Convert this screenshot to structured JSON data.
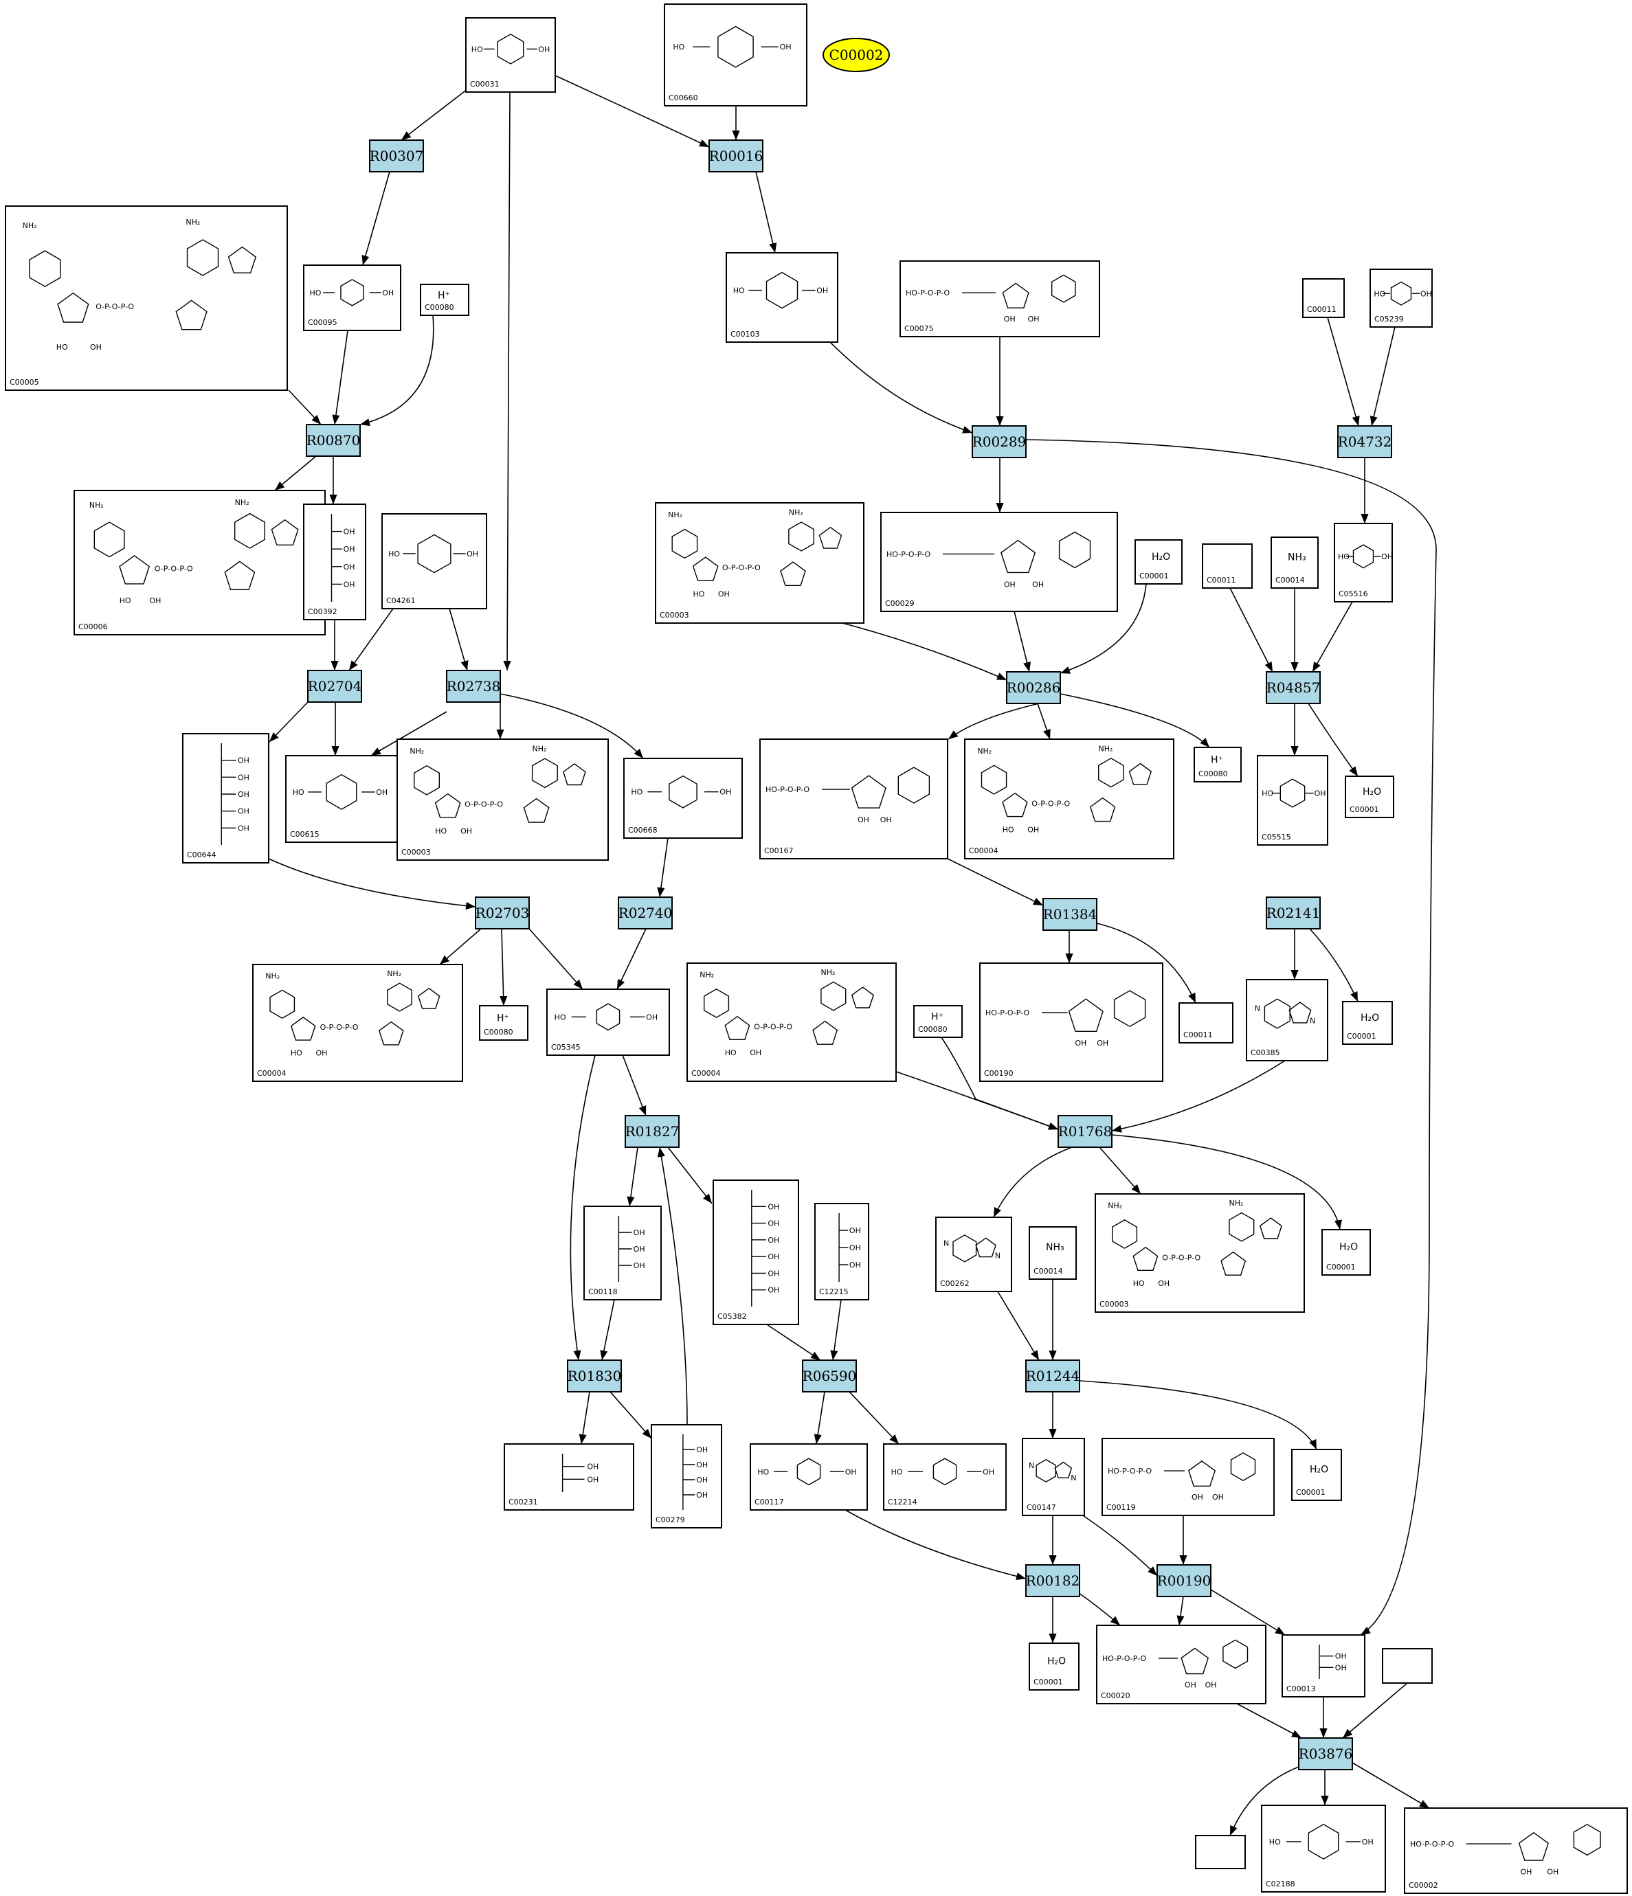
{
  "highlight": {
    "label": "C00002",
    "color": "#ffff00"
  },
  "colors": {
    "reaction_fill": "#add8e6",
    "compound_fill": "#ffffff",
    "stroke": "#000000"
  },
  "compounds": [
    {
      "id": "C00031"
    },
    {
      "id": "C00660"
    },
    {
      "id": "C00005"
    },
    {
      "id": "C00095"
    },
    {
      "id": "C00080",
      "formula": "H⁺"
    },
    {
      "id": "C00103"
    },
    {
      "id": "C00075"
    },
    {
      "id": "C00011"
    },
    {
      "id": "C05239"
    },
    {
      "id": "C00006"
    },
    {
      "id": "C00392"
    },
    {
      "id": "C04261"
    },
    {
      "id": "C00003"
    },
    {
      "id": "C00029"
    },
    {
      "id": "C00001",
      "formula": "H₂O"
    },
    {
      "id": "C00014",
      "formula": "NH₃"
    },
    {
      "id": "C05516"
    },
    {
      "id": "C00644"
    },
    {
      "id": "C00615"
    },
    {
      "id": "C00668"
    },
    {
      "id": "C00167"
    },
    {
      "id": "C00004"
    },
    {
      "id": "C05515"
    },
    {
      "id": "C05345"
    },
    {
      "id": "C00190"
    },
    {
      "id": "C00385"
    },
    {
      "id": "C00118"
    },
    {
      "id": "C05382"
    },
    {
      "id": "C12215"
    },
    {
      "id": "C00262"
    },
    {
      "id": "C00231"
    },
    {
      "id": "C00279"
    },
    {
      "id": "C00117"
    },
    {
      "id": "C12214"
    },
    {
      "id": "C00147"
    },
    {
      "id": "C00119"
    },
    {
      "id": "C00020"
    },
    {
      "id": "C00013"
    },
    {
      "id": "C02188"
    },
    {
      "id": "C00002"
    }
  ],
  "reactions": [
    "R00307",
    "R00016",
    "R00870",
    "R00289",
    "R04732",
    "R02704",
    "R02738",
    "R00286",
    "R04857",
    "R02703",
    "R02740",
    "R01384",
    "R02141",
    "R01827",
    "R01768",
    "R01830",
    "R06590",
    "R01244",
    "R00182",
    "R00190",
    "R03876"
  ]
}
